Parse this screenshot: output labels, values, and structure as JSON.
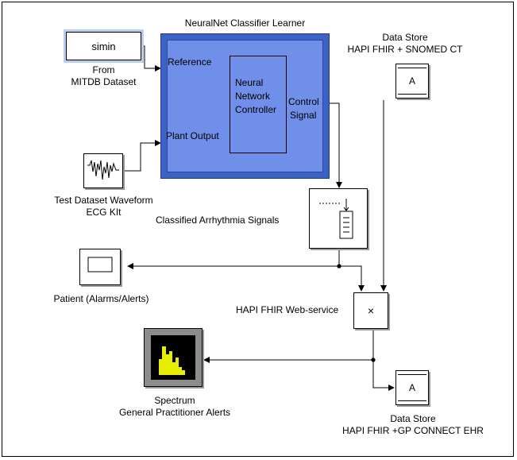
{
  "diagram": {
    "title": "NeuralNet Classifier Learner",
    "blocks": {
      "simin": {
        "label": "simin",
        "caption_line1": "From",
        "caption_line2": "MITDB Dataset"
      },
      "neural": {
        "input_reference": "Reference",
        "input_plant_output": "Plant Output",
        "controller_text": "Neural\nNetwork\nController",
        "output_control": "Control",
        "output_signal": "Signal"
      },
      "test_waveform": {
        "caption_line1": "Test Dataset Waveform",
        "caption_line2": "ECG KIt"
      },
      "data_store_top": {
        "symbol": "A",
        "caption_line1": "Data Store",
        "caption_line2": "HAPI FHIR + SNOMED CT"
      },
      "classified": {
        "caption": "Classified Arrhythmia Signals"
      },
      "patient": {
        "caption": "Patient (Alarms/Alerts)"
      },
      "hapi_ws": {
        "symbol": "×",
        "caption": "HAPI FHIR Web-service"
      },
      "spectrum": {
        "caption_line1": "Spectrum",
        "caption_line2": "General Practitioner Alerts"
      },
      "data_store_bottom": {
        "symbol": "A",
        "caption_line1": "Data Store",
        "caption_line2": "HAPI FHIR +GP CONNECT EHR"
      }
    },
    "colors": {
      "neural_outer": "#3c62c6",
      "neural_inner": "#6f8fe8",
      "simin_highlight": "#b8ceef",
      "spectrum_bars": "#e8ee00",
      "wire": "#000000"
    }
  }
}
